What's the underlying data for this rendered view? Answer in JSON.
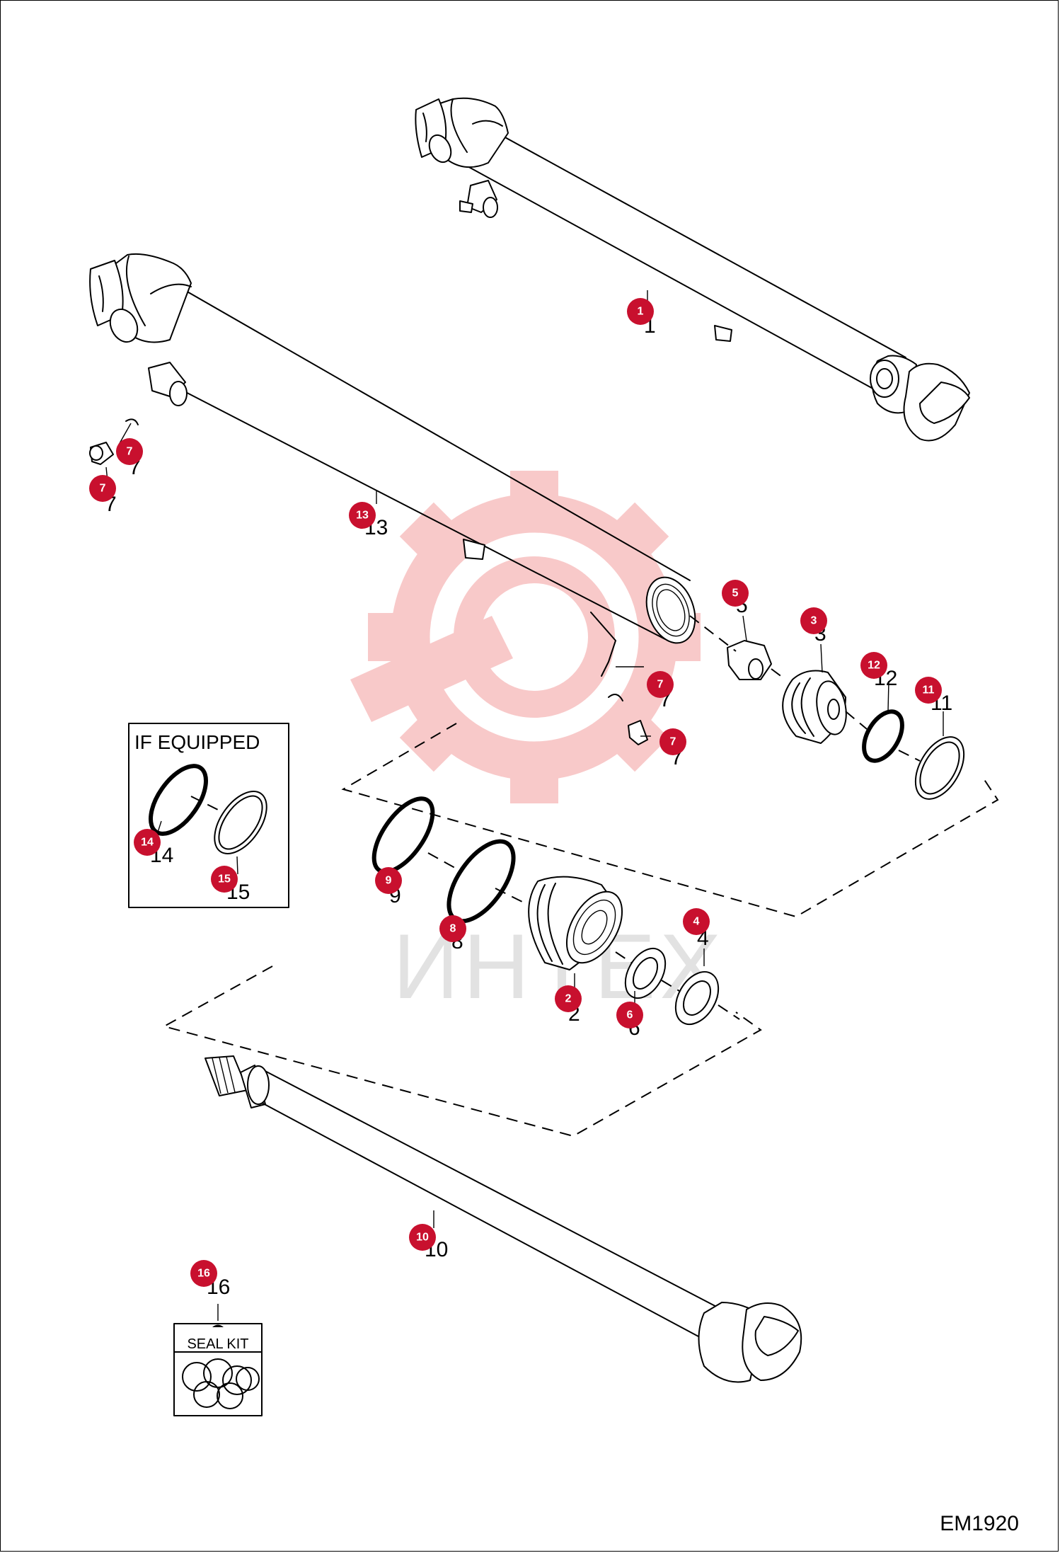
{
  "figure_code": "EM1920",
  "watermark_text": "ИНТЕХ",
  "if_equipped_label": "IF EQUIPPED",
  "seal_kit_label": "SEAL KIT",
  "callouts": [
    {
      "id": "c1",
      "number": "1"
    },
    {
      "id": "c13",
      "number": "13"
    },
    {
      "id": "c7a",
      "number": "7"
    },
    {
      "id": "c7b",
      "number": "7"
    },
    {
      "id": "c7c",
      "number": "7"
    },
    {
      "id": "c7d",
      "number": "7"
    },
    {
      "id": "c5",
      "number": "5"
    },
    {
      "id": "c3",
      "number": "3"
    },
    {
      "id": "c12",
      "number": "12"
    },
    {
      "id": "c11",
      "number": "11"
    },
    {
      "id": "c14",
      "number": "14"
    },
    {
      "id": "c15",
      "number": "15"
    },
    {
      "id": "c9",
      "number": "9"
    },
    {
      "id": "c8",
      "number": "8"
    },
    {
      "id": "c2",
      "number": "2"
    },
    {
      "id": "c6",
      "number": "6"
    },
    {
      "id": "c4",
      "number": "4"
    },
    {
      "id": "c10",
      "number": "10"
    },
    {
      "id": "c16",
      "number": "16"
    }
  ],
  "colors": {
    "badge": "#c8102e",
    "line": "#000000",
    "watermark": "#f6b8b8"
  }
}
